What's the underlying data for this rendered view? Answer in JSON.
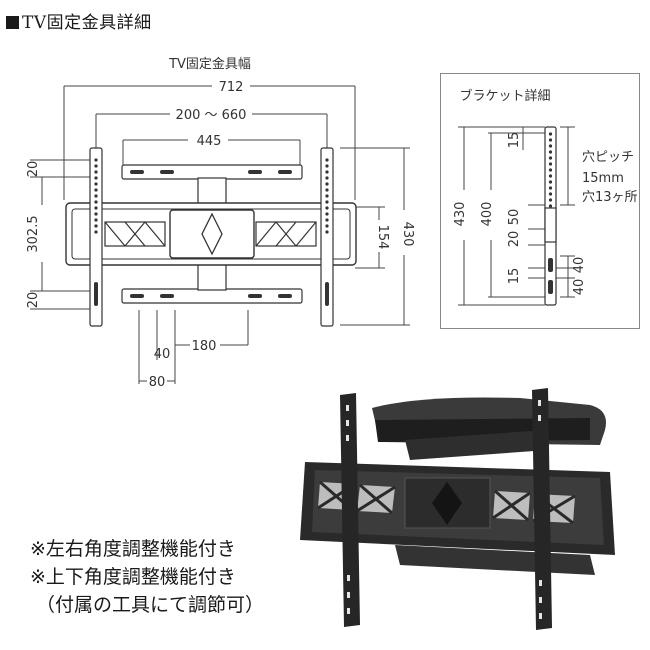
{
  "header": {
    "title": "TV固定金具詳細"
  },
  "front": {
    "caption": "TV固定金具幅",
    "width_total": "712",
    "width_range": "200 〜 660",
    "width_inner": "445",
    "height_total": "430",
    "height_302": "302.5",
    "height_154": "154",
    "top_offset": "20",
    "bottom_offset": "20",
    "spacing_180": "180",
    "spacing_40": "40",
    "spacing_80": "80"
  },
  "bracket": {
    "title": "ブラケット詳細",
    "h430": "430",
    "h400": "400",
    "v15_top": "15",
    "v20": "20",
    "v50": "50",
    "v15_bottom": "15",
    "v40a": "40",
    "v40b": "40",
    "hole_pitch_1": "穴ピッチ",
    "hole_pitch_2": "15mm",
    "hole_pitch_3": "穴13ヶ所"
  },
  "notes": [
    "※左右角度調整機能付き",
    "※上下角度調整機能付き",
    "（付属の工具にて調節可）"
  ],
  "colors": {
    "metal": "#2b2b2b",
    "line": "#444444",
    "bg": "#ffffff"
  }
}
